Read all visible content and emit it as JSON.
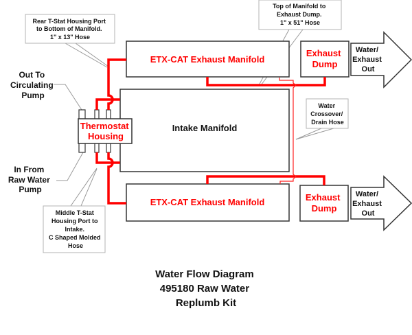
{
  "title": {
    "lines": [
      "Water Flow Diagram",
      "495180 Raw Water",
      "Replumb Kit"
    ]
  },
  "components": {
    "upper_exhaust_manifold": "ETX-CAT Exhaust Manifold",
    "lower_exhaust_manifold": "ETX-CAT Exhaust Manifold",
    "intake_manifold": "Intake Manifold",
    "thermostat_housing": [
      "Thermostat",
      "Housing"
    ],
    "upper_exhaust_dump": [
      "Exhaust",
      "Dump"
    ],
    "lower_exhaust_dump": [
      "Exhaust",
      "Dump"
    ]
  },
  "outputs": {
    "upper_arrow": [
      "Water/",
      "Exhaust",
      "Out"
    ],
    "lower_arrow": [
      "Water/",
      "Exhaust",
      "Out"
    ]
  },
  "labels": {
    "out_to_circulating_pump": [
      "Out To",
      "Circulating",
      "Pump"
    ],
    "in_from_raw_water_pump": [
      "In From",
      "Raw Water",
      "Pump"
    ]
  },
  "callouts": {
    "rear_tstat": [
      "Rear T-Stat Housing Port",
      "to Bottom of Manifold.",
      "1\" x 13\" Hose"
    ],
    "top_manifold": [
      "Top of Manifold to",
      "Exhaust Dump.",
      "1\" x 51\" Hose"
    ],
    "water_crossover": [
      "Water",
      "Crossover/",
      "Drain Hose"
    ],
    "middle_tstat": [
      "Middle T-Stat",
      "Housing Port to",
      "Intake.",
      "C Shaped Molded",
      "Hose"
    ]
  },
  "colors": {
    "hose": "#ff0000",
    "outline": "#333333",
    "callout_border": "#b3b3b3"
  }
}
